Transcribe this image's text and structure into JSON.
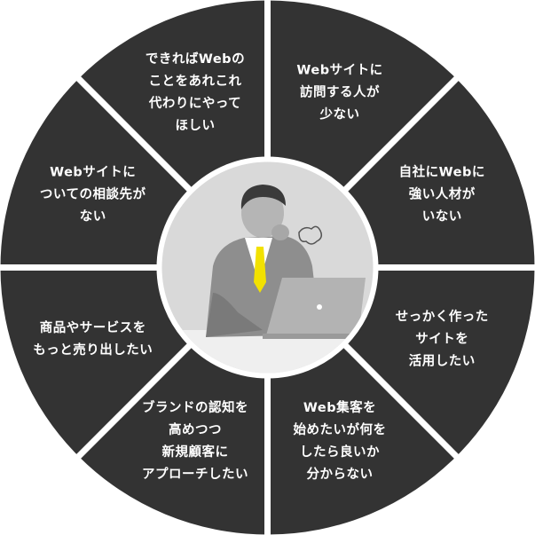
{
  "colors": {
    "segment": "#333333",
    "divider": "#ffffff",
    "center_bg": "#d6d6d6",
    "tie": "#f2e100",
    "text": "#ffffff"
  },
  "segments": [
    {
      "id": "seg-1",
      "label": "Webサイトに\n訪問する人が\n少ない"
    },
    {
      "id": "seg-2",
      "label": "自社にWebに\n強い人材が\nいない"
    },
    {
      "id": "seg-3",
      "label": "せっかく作った\nサイトを\n活用したい"
    },
    {
      "id": "seg-4",
      "label": "Web集客を\n始めたいが何を\nしたら良いか\n分からない"
    },
    {
      "id": "seg-5",
      "label": "ブランドの認知を\n高めつつ\n新規顧客に\nアプローチしたい"
    },
    {
      "id": "seg-6",
      "label": "商品やサービスを\nもっと売り出したい"
    },
    {
      "id": "seg-7",
      "label": "Webサイトに\nついての相談先が\nない"
    },
    {
      "id": "seg-8",
      "label": "できればWebの\nことをあれこれ\n代わりにやって\nほしい"
    }
  ],
  "center_illustration": "worried-businessman-with-laptop"
}
